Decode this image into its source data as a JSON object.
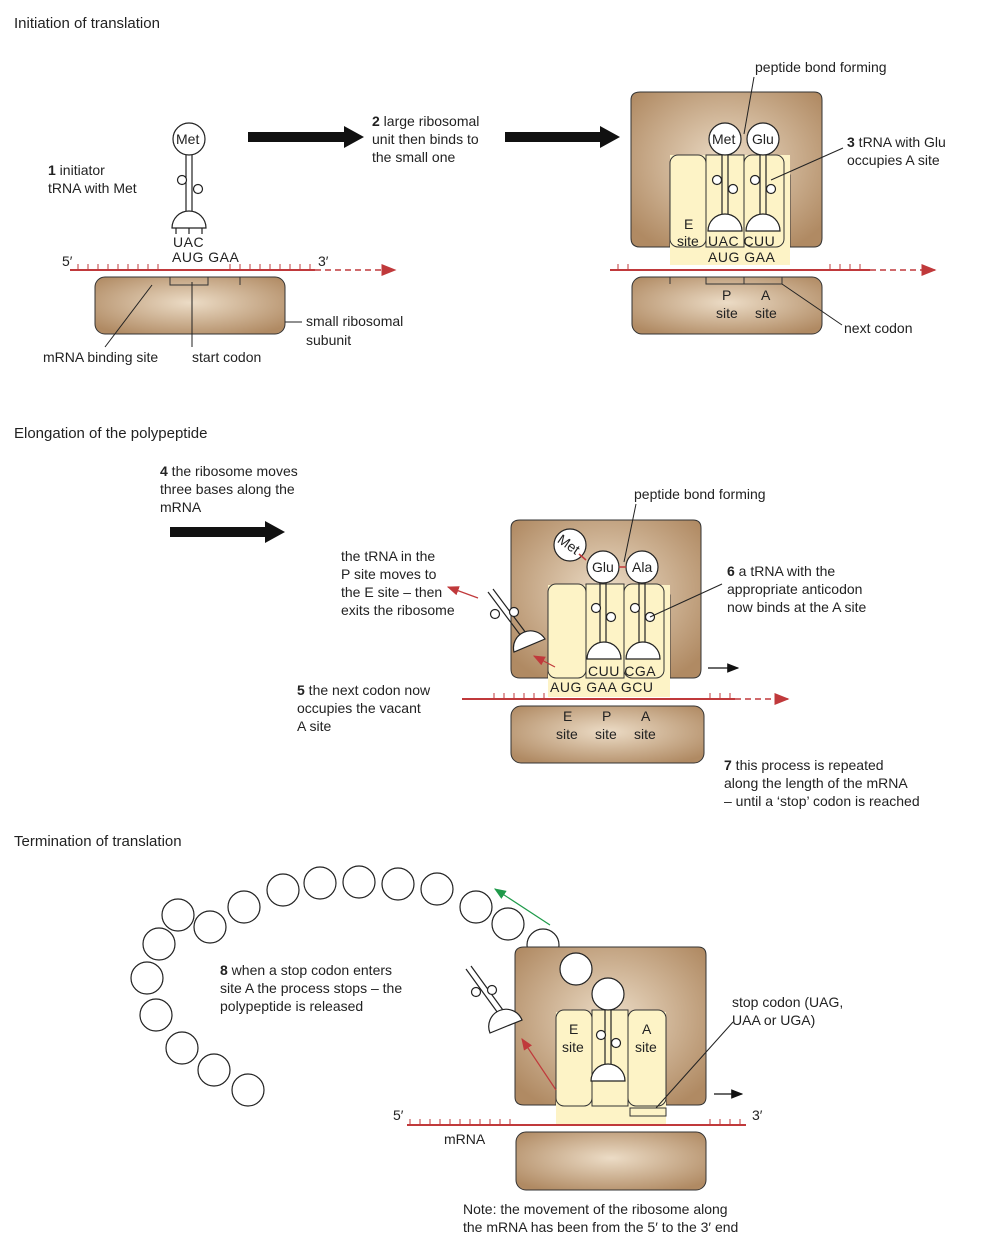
{
  "colors": {
    "ribosome_dark": "#b08a63",
    "ribosome_light": "#e9d9c4",
    "site_fill": "#fdf3c6",
    "mrna": "#c0393b",
    "arrow": "#111111",
    "exit_arrow": "#c0393b",
    "release_arrow": "#1f9a4a"
  },
  "icons": [
    "trna-icon",
    "amino-acid-bead-icon",
    "block-arrow-icon"
  ],
  "sections": {
    "initiation": "Initiation of translation",
    "elongation": "Elongation of the polypeptide",
    "termination": "Termination of translation"
  },
  "initiation": {
    "step1_num": "1",
    "step1_line1": " initiator",
    "step1_line2": "tRNA with Met",
    "met": "Met",
    "anticodon": "UAC",
    "codons": "AUG GAA",
    "five_prime": "5′",
    "three_prime": "3′",
    "binding_site": "mRNA binding site",
    "start_codon": "start codon",
    "small_subunit_1": "small ribosomal",
    "small_subunit_2": "subunit",
    "step2_num": "2",
    "step2_line1": " large ribosomal",
    "step2_line2": "unit then binds to",
    "step2_line3": "the small one",
    "peptide_bond": "peptide bond forming",
    "met2": "Met",
    "glu": "Glu",
    "e_site_1": "E",
    "e_site_2": "site",
    "anticodons2": "UAC CUU",
    "codons2": "AUG GAA",
    "p_site_1": "P",
    "p_site_2": "site",
    "a_site_1": "A",
    "a_site_2": "site",
    "step3_num": "3",
    "step3_line1": " tRNA with Glu",
    "step3_line2": "occupies A site",
    "next_codon": "next codon"
  },
  "elongation": {
    "step4_num": "4",
    "step4_line1": " the ribosome moves",
    "step4_line2": "three bases along the",
    "step4_line3": "mRNA",
    "peptide_bond": "peptide bond forming",
    "met": "Met",
    "glu": "Glu",
    "ala": "Ala",
    "ptrna_1": "the tRNA in the",
    "ptrna_2": "P site moves to",
    "ptrna_3": "the E site – then",
    "ptrna_4": "exits the ribosome",
    "step6_num": "6",
    "step6_line1": " a tRNA with the",
    "step6_line2": "appropriate anticodon",
    "step6_line3": "now binds at the A site",
    "anticodons": "CUU CGA",
    "codons": "AUG GAA GCU",
    "step5_num": "5",
    "step5_line1": " the next codon now",
    "step5_line2": "occupies the vacant",
    "step5_line3": "A site",
    "e_1": "E",
    "e_2": "site",
    "p_1": "P",
    "p_2": "site",
    "a_1": "A",
    "a_2": "site",
    "step7_num": "7",
    "step7_line1": " this process is repeated",
    "step7_line2": "along the length of the mRNA",
    "step7_line3": "– until a ‘stop’ codon is reached"
  },
  "termination": {
    "step8_num": "8",
    "step8_line1": " when a stop codon enters",
    "step8_line2": "site A the process stops – the",
    "step8_line3": "polypeptide is released",
    "stop_1": "stop codon (UAG,",
    "stop_2": "UAA or UGA)",
    "e_1": "E",
    "e_2": "site",
    "a_1": "A",
    "a_2": "site",
    "five_prime": "5′",
    "three_prime": "3′",
    "mrna": "mRNA",
    "note_1": "Note: the movement of the ribosome along",
    "note_2": "the mRNA has been from the 5′ to the 3′ end"
  }
}
